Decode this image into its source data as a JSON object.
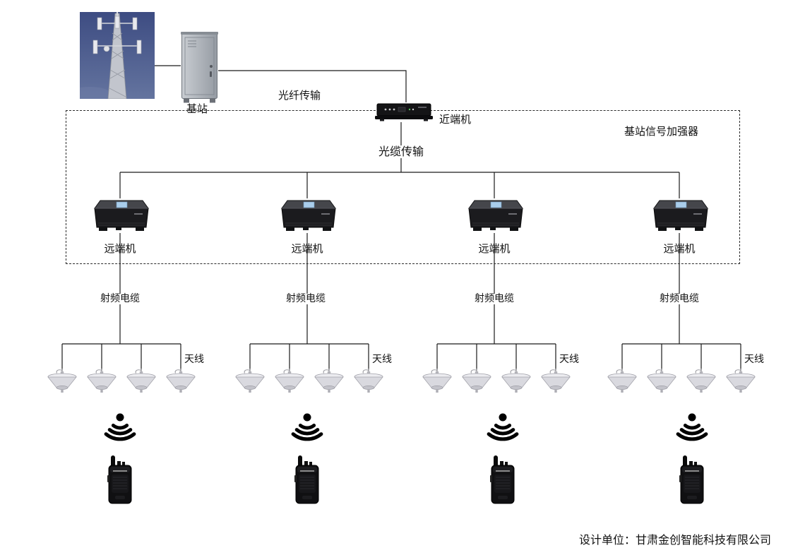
{
  "header": {
    "base_station_label": "基站",
    "fiber_link_label": "光纤传输",
    "near_end_unit_label": "近端机",
    "amplifier_system_label": "基站信号加强器",
    "optical_cable_label": "光缆传输"
  },
  "groups": [
    {
      "remote_unit_label": "远端机",
      "rf_cable_label": "射频电缆",
      "antenna_label": "天线"
    },
    {
      "remote_unit_label": "远端机",
      "rf_cable_label": "射频电缆",
      "antenna_label": "天线"
    },
    {
      "remote_unit_label": "远端机",
      "rf_cable_label": "射频电缆",
      "antenna_label": "天线"
    },
    {
      "remote_unit_label": "远端机",
      "rf_cable_label": "射频电缆",
      "antenna_label": "天线"
    }
  ],
  "footer": {
    "designer_credit": "设计单位：甘肃金创智能科技有限公司"
  },
  "icons": {
    "tower": "cell-tower-photo",
    "cabinet": "outdoor-cabinet",
    "near_end": "near-end-unit-device",
    "remote": "remote-unit-device",
    "antenna": "ceiling-antenna",
    "signal": "signal-waves",
    "radio": "walkie-talkie"
  },
  "colors": {
    "line": "#1a1a1a",
    "sky": "#46558c",
    "remote_unit_sticker": "#a9cdeb",
    "background": "#ffffff"
  }
}
